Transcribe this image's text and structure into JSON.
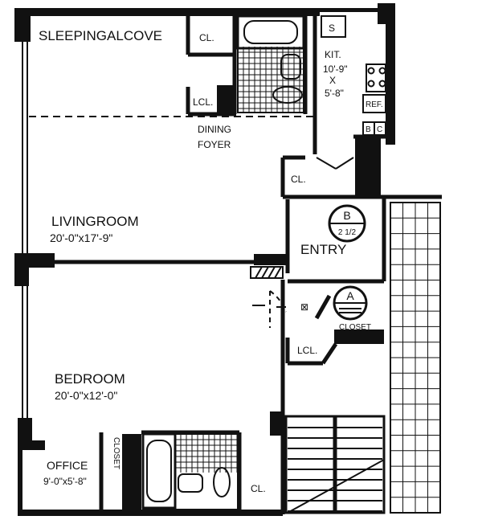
{
  "rooms": {
    "sleeping_alcove": "SLEEPINGALCOVE",
    "dining_foyer_line1": "DINING",
    "dining_foyer_line2": "FOYER",
    "living_room": "LIVINGROOM",
    "living_room_dims": "20'-0\"x17'-9\"",
    "bedroom": "BEDROOM",
    "bedroom_dims": "20'-0\"x12'-0\"",
    "office": "OFFICE",
    "office_dims": "9'-0\"x5'-8\"",
    "entry": "ENTRY",
    "kitchen": "KIT.",
    "kitchen_dim_1": "10'-9\"",
    "kitchen_dim_x": "X",
    "kitchen_dim_2": "5'-8\""
  },
  "closets": {
    "cl_alcove": "CL.",
    "lcl_alcove": "LCL.",
    "cl_foyer": "CL.",
    "lcl_hall": "LCL.",
    "closet_hall": "CLOSET",
    "closet_office": "CLOSET",
    "cl_bath": "CL."
  },
  "fixtures": {
    "sink": "S",
    "refrigerator": "REF.",
    "b_cab": "B",
    "c_cab": "C"
  },
  "markers": {
    "b_letter": "B",
    "b_fraction": "2 1/2",
    "a_letter": "A"
  },
  "colors": {
    "ink": "#111111",
    "paper": "#ffffff"
  }
}
